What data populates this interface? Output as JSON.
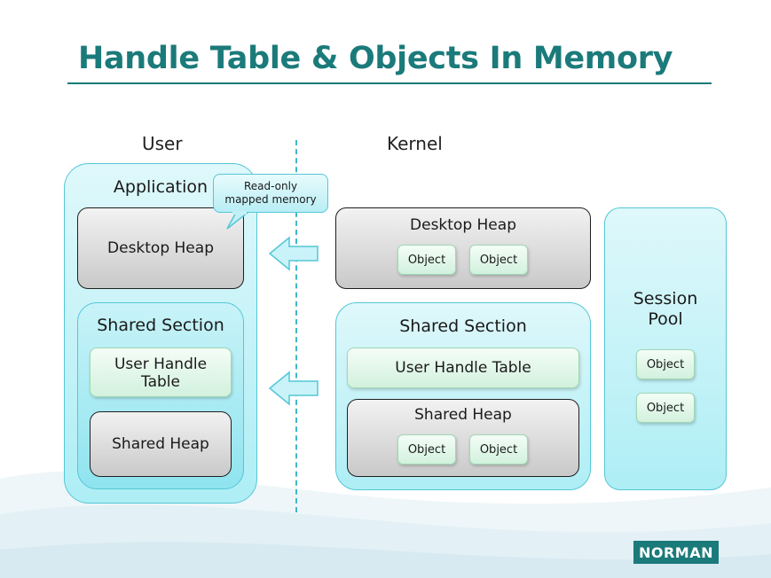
{
  "title": "Handle Table & Objects In Memory",
  "columns": {
    "user": "User",
    "kernel": "Kernel"
  },
  "user_side": {
    "application_label": "Application",
    "callout": [
      "Read-only",
      "mapped memory"
    ],
    "desktop_heap": "Desktop Heap",
    "shared_section": {
      "label": "Shared Section",
      "user_handle_table": [
        "User Handle",
        "Table"
      ],
      "shared_heap": "Shared Heap"
    }
  },
  "kernel_side": {
    "desktop_heap": {
      "label": "Desktop Heap",
      "objects": [
        "Object",
        "Object"
      ]
    },
    "shared_section": {
      "label": "Shared Section",
      "user_handle_table": "User Handle Table",
      "shared_heap": {
        "label": "Shared Heap",
        "objects": [
          "Object",
          "Object"
        ]
      }
    },
    "session_pool": {
      "label": [
        "Session",
        "Pool"
      ],
      "objects": [
        "Object",
        "Object"
      ]
    }
  },
  "logo": "NORMAN",
  "colors": {
    "accent": "#1b7a7a",
    "cyan_border": "#54c7d6",
    "arrow_fill": "#c9f3f8"
  }
}
